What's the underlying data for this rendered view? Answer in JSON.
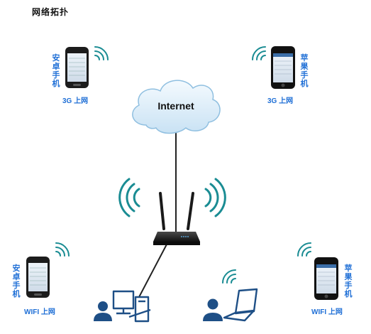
{
  "title": "网络拓扑",
  "cloud": {
    "label": "Internet"
  },
  "devices": {
    "android_top": {
      "side_label": "安卓手机",
      "caption": "3G 上网"
    },
    "iphone_top": {
      "side_label": "苹果手机",
      "caption": "3G 上网"
    },
    "android_bottom": {
      "side_label": "安卓手机",
      "caption": "WIFI 上网"
    },
    "iphone_bottom": {
      "side_label": "苹果手机",
      "caption": "WIFI 上网"
    }
  },
  "colors": {
    "accent_blue": "#1f6fd6",
    "wifi_teal": "#1a8c93",
    "cloud_fill": "#dfeef8",
    "line": "#222222"
  },
  "icons": [
    "cloud-icon",
    "router-icon",
    "android-phone-icon",
    "iphone-icon",
    "desktop-pc-icon",
    "laptop-icon",
    "user-icon",
    "wifi-signal-icon"
  ]
}
